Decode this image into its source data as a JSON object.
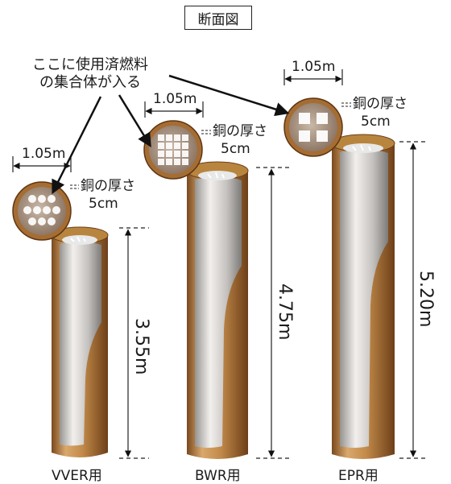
{
  "title": "断面図",
  "caption": {
    "line1": "ここに使用済燃料",
    "line2": "の集合体が入る"
  },
  "casks": [
    {
      "width_label": "1.05m",
      "thickness_label1": "銅の厚さ",
      "thickness_label2": "5cm",
      "height_label": "3.55m",
      "name": "VVER用",
      "assembly": "hexagonal",
      "height_m": 3.55
    },
    {
      "width_label": "1.05m",
      "thickness_label1": "銅の厚さ",
      "thickness_label2": "5cm",
      "height_label": "4.75m",
      "name": "BWR用",
      "assembly": "square-grid-4x4",
      "height_m": 4.75
    },
    {
      "width_label": "1.05m",
      "thickness_label1": "銅の厚さ",
      "thickness_label2": "5cm",
      "height_label": "5.20m",
      "name": "EPR用",
      "assembly": "square-grid-2x2",
      "height_m": 5.2
    }
  ],
  "colors": {
    "copper_light": "#d9a86c",
    "copper_mid": "#b9823f",
    "copper_dark": "#7a4a1f",
    "steel_light": "#f2f2f2",
    "steel_dark": "#8f8f8f"
  }
}
